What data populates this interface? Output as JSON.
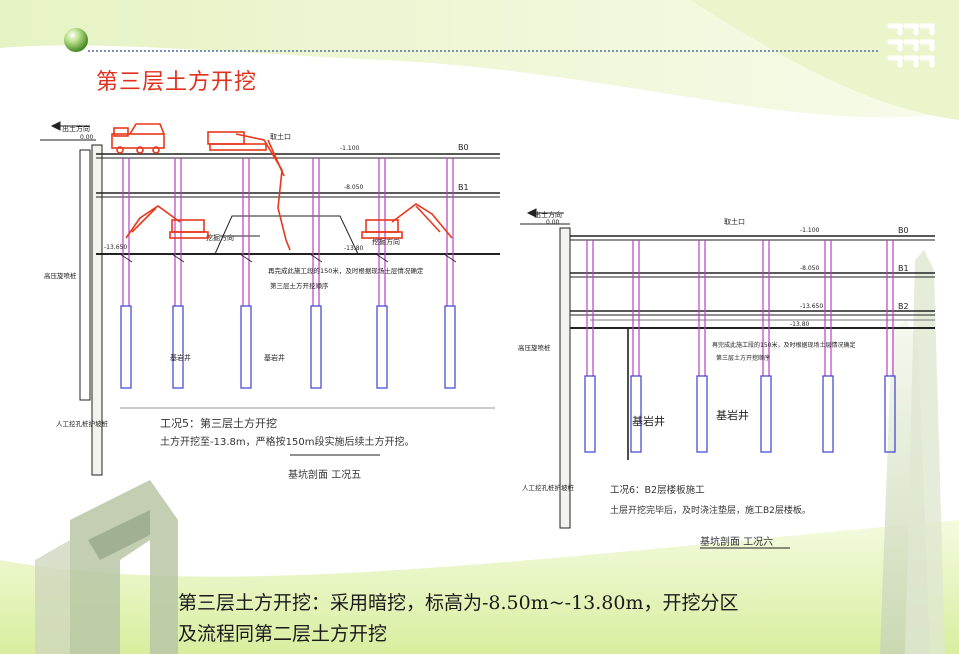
{
  "slide": {
    "title": "第三层土方开挖",
    "caption_line1": "第三层土方开挖：采用暗挖，标高为-8.50m~-13.80m，开挖分区",
    "caption_line2": "及流程同第二层土方开挖"
  },
  "left_drawing": {
    "dump_label": "出土方向",
    "dump_level": "0.00",
    "floor_labels": [
      "B0",
      "B1"
    ],
    "levels": [
      "-1.100",
      "-8.050",
      "-13.650",
      "-13.80"
    ],
    "outlet_label": "取土口",
    "direction_label_1": "挖掘方向",
    "direction_label_2": "挖掘方向",
    "note_line1": "再完成此施工段的150米，及时根据现场土层情况确定",
    "note_line2": "第三层土方开挖顺序",
    "wall_label": "高压旋喷桩",
    "pile_label": "人工挖孔桩护坡桩",
    "well_label_1": "基岩井",
    "well_label_2": "基岩井",
    "stage_line1": "工况5：第三层土方开挖",
    "stage_line2": "土方开挖至-13.8m，严格按150m段实施后续土方开挖。",
    "drawing_caption": "基坑剖面 工况五"
  },
  "right_drawing": {
    "dump_label": "出土方向",
    "dump_level": "0.00",
    "floor_labels": [
      "B0",
      "B1",
      "B2"
    ],
    "levels": [
      "-1.100",
      "-8.050",
      "-13.650",
      "-13.80"
    ],
    "outlet_label": "取土口",
    "note_line1": "再完成此施工段的150米，及时根据现场土层情况确定",
    "note_line2": "第三层土方开挖顺序",
    "wall_label": "高压旋喷桩",
    "pile_label": "人工挖孔桩护坡桩",
    "well_label_1": "基岩井",
    "well_label_2": "基岩井",
    "stage_line1": "工况6：B2层楼板施工",
    "stage_line2": "土层开挖完毕后，及时浇注垫层，施工B2层楼板。",
    "drawing_caption": "基坑剖面 工况六"
  },
  "colors": {
    "title": "#e0301e",
    "machine": "#e8381c",
    "column": "#b93fc4",
    "pile": "#3a3fcf",
    "line": "#222222"
  }
}
